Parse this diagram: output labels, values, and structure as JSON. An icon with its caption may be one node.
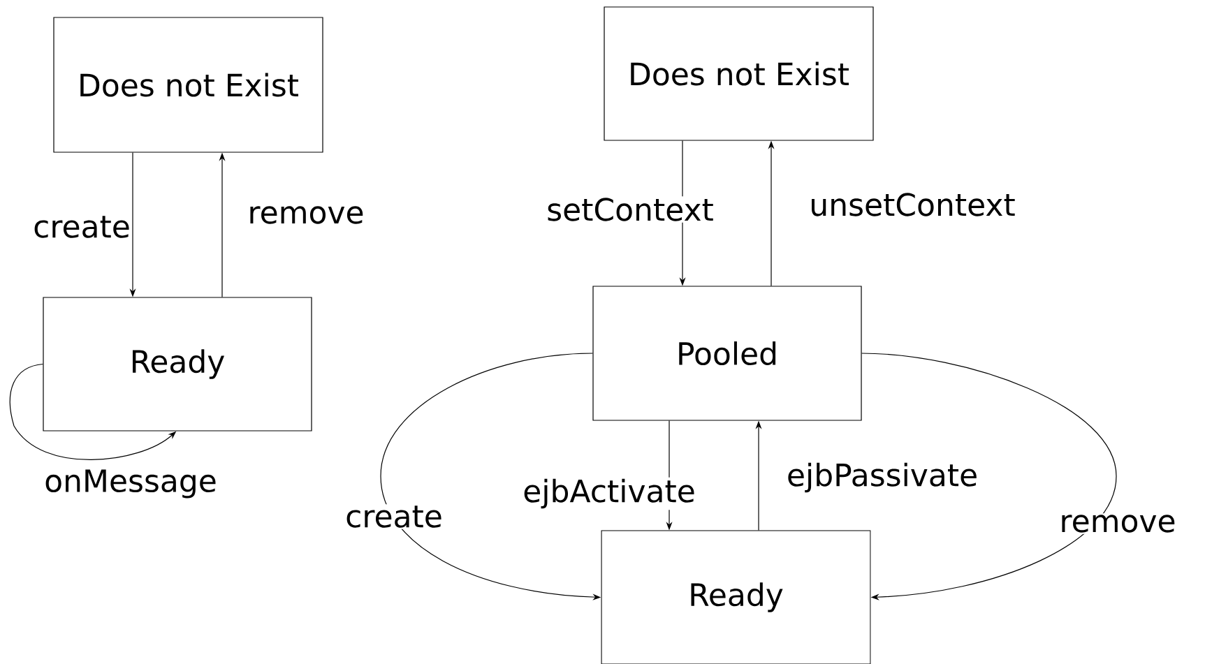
{
  "diagram": {
    "nodes": [
      {
        "text": [
          "Does not Exist"
        ]
      },
      {
        "text": [
          "Ready"
        ]
      },
      {
        "text": [
          "Does not Exist"
        ]
      },
      {
        "text": [
          "Pooled"
        ]
      },
      {
        "text": [
          "Ready"
        ]
      }
    ],
    "edges": [
      {
        "from": 0,
        "to": 1,
        "arrow": "to",
        "label": "create"
      },
      {
        "from": 1,
        "to": 0,
        "arrow": "to",
        "label": "remove"
      },
      {
        "from": 1,
        "to": 1,
        "arrow": "to",
        "label": "onMessage"
      },
      {
        "from": 2,
        "to": 3,
        "arrow": "to",
        "label": "setContext"
      },
      {
        "from": 3,
        "to": 2,
        "arrow": "to",
        "label": "unsetContext"
      },
      {
        "from": 3,
        "to": 4,
        "arrow": "to",
        "label": "create"
      },
      {
        "from": 3,
        "to": 4,
        "arrow": "to",
        "label": "ejbActivate"
      },
      {
        "from": 4,
        "to": 3,
        "arrow": "to",
        "label": "ejbPassivate"
      },
      {
        "from": 3,
        "to": 4,
        "arrow": "to",
        "label": "remove"
      }
    ]
  }
}
